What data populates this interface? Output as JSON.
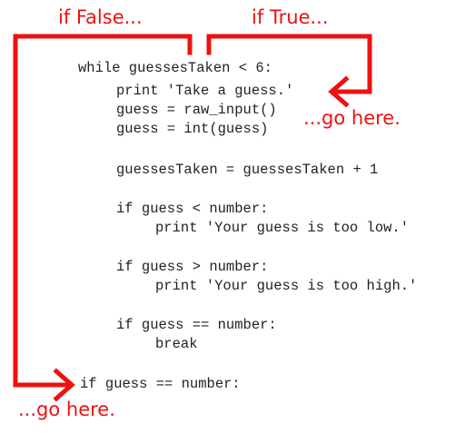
{
  "annotations": {
    "if_false": "if False...",
    "if_true": "if True...",
    "go_here_top": "...go here.",
    "go_here_bottom": "...go here."
  },
  "code_lines": [
    "while guessesTaken < 6:",
    "print 'Take a guess.'",
    "guess = raw_input()",
    "guess = int(guess)",
    "guessesTaken = guessesTaken + 1",
    "if guess < number:",
    "print 'Your guess is too low.'",
    "if guess > number:",
    "print 'Your guess is too high.'",
    "if guess == number:",
    "break",
    "if guess == number:"
  ],
  "colors": {
    "arrow": "#ee1111",
    "annotation_text": "#ee1111",
    "code_text": "#222222",
    "background": "#ffffff"
  }
}
